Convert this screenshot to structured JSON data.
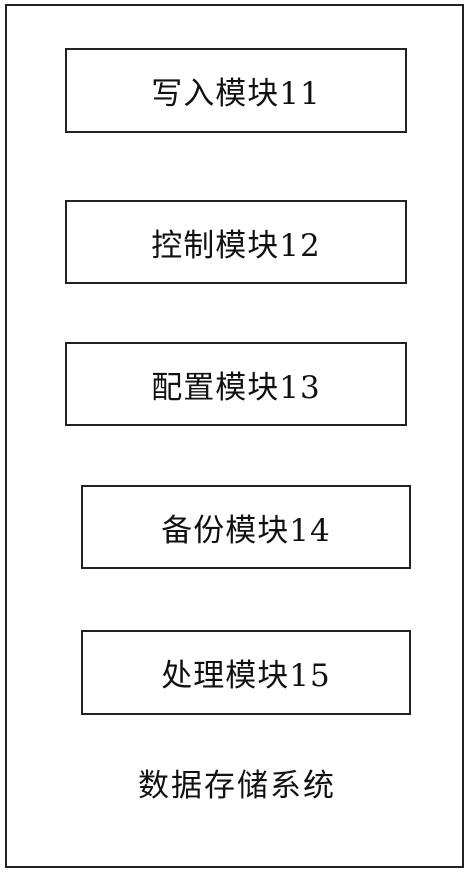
{
  "diagram": {
    "modules": [
      {
        "label": "写入模块11"
      },
      {
        "label": "控制模块12"
      },
      {
        "label": "配置模块13"
      },
      {
        "label": "备份模块14"
      },
      {
        "label": "处理模块15"
      }
    ],
    "system_label": "数据存储系统"
  }
}
